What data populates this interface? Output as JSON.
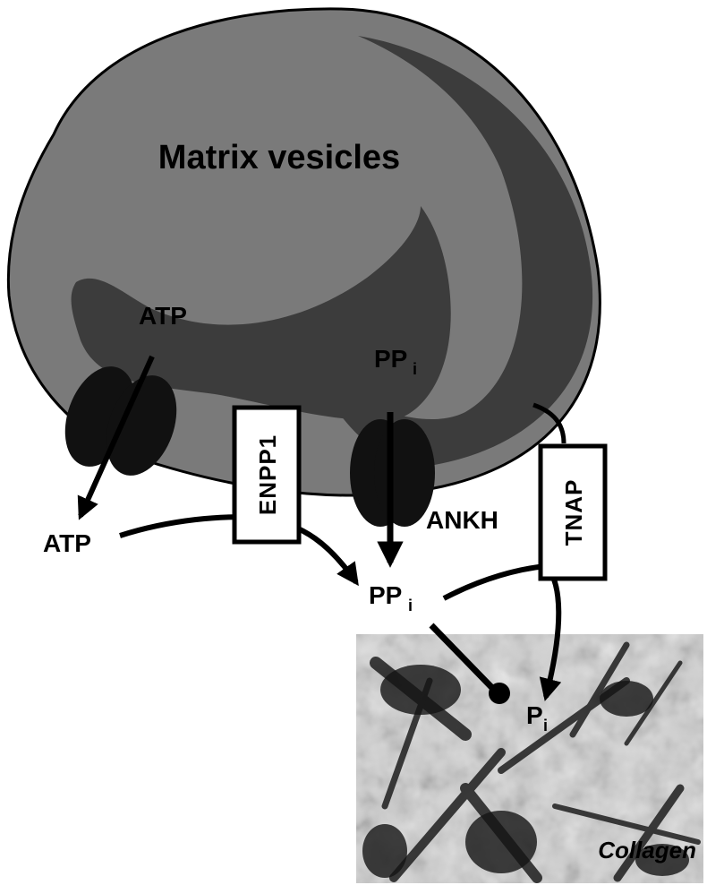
{
  "labels": {
    "title": "Matrix vesicles",
    "atp_inside": "ATP",
    "atp_outside": "ATP",
    "ppi_inside": "PP",
    "ppi_inside_sub": "i",
    "ppi_outside": "PP",
    "ppi_outside_sub": "i",
    "pi": "P",
    "pi_sub": "i",
    "ankh": "ANKH",
    "enpp1": "ENPP1",
    "tnap": "TNAP",
    "collagen": "Collagen"
  },
  "colors": {
    "vesicle_fill": "#7a7a7a",
    "vesicle_shadow": "#3c3c3c",
    "channel": "#111111",
    "line": "#000000"
  }
}
